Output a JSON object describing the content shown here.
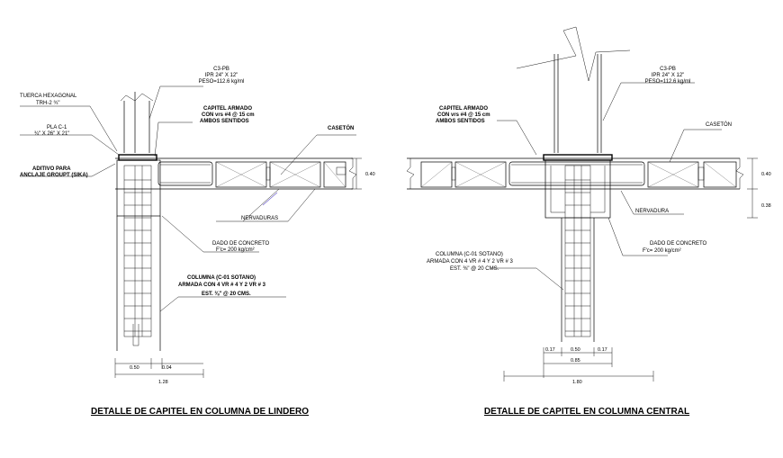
{
  "left_detail": {
    "title": "DETALLE DE CAPITEL EN COLUMNA DE LINDERO",
    "profile": [
      "C3-PB",
      "IPR 24\" X 12\"",
      "PESO=112.6 kg/ml"
    ],
    "nut": [
      "TUERCA HEXAGONAL",
      "TRH-2 ¾\""
    ],
    "plate": [
      "PLA C-1",
      "¾\" X 26\" X 21\""
    ],
    "additive": [
      "ADITIVO PARA",
      "ANCLAJE GROUPT (SIKA)"
    ],
    "capitel": [
      "CAPITEL ARMADO",
      "CON vrs #4 @ 15 cm",
      "AMBOS SENTIDOS"
    ],
    "caseton": "CASETÓN",
    "nervaduras": "NERVADURAS",
    "dado": [
      "DADO DE CONCRETO",
      "F'c= 200 kg/cm²"
    ],
    "columna": [
      "COLUMNA (C-01 SOTANO)",
      "ARMADA CON 4 VR # 4 Y 2 VR # 3",
      "EST. ⅜\" @ 20 CMS."
    ],
    "dim_slab": "0.40",
    "dim_a": "0.50",
    "dim_b": "0.04",
    "dim_total": "1.28"
  },
  "right_detail": {
    "title": "DETALLE DE CAPITEL EN COLUMNA CENTRAL",
    "profile": [
      "C3-PB",
      "IPR 24\" X 12\"",
      "PESO=112.6 kg/ml"
    ],
    "capitel": [
      "CAPITEL ARMADO",
      "CON vrs #4 @ 15 cm",
      "AMBOS SENTIDOS"
    ],
    "caseton": "CASETÓN",
    "nervadura": "NERVADURA",
    "dado": [
      "DADO DE CONCRETO",
      "F'c= 200 kg/cm²"
    ],
    "columna": [
      "COLUMNA (C-01 SOTANO)",
      "ARMADA CON 4 VR # 4 Y 2 VR # 3",
      "EST. ⅜\" @ 20 CMS."
    ],
    "dim_slab": "0.40",
    "dim_dado": "0.38",
    "dim_a": "0.17",
    "dim_b": "0.50",
    "dim_c": "0.17",
    "dim_mid": "0.85",
    "dim_total": "1.80"
  },
  "colors": {
    "line": "#000000",
    "hatch": "#555555",
    "accent_arrow": "#6a5acd"
  }
}
